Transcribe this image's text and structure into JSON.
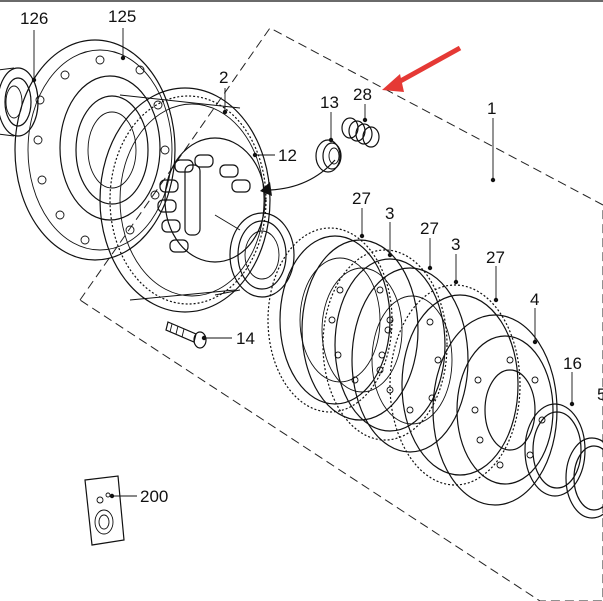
{
  "diagram": {
    "title": "",
    "part_labels": {
      "p126": "126",
      "p125": "125",
      "p2": "2",
      "p13": "13",
      "p28": "28",
      "p1": "1",
      "p12": "12",
      "p27a": "27",
      "p3a": "3",
      "p27b": "27",
      "p3b": "3",
      "p27c": "27",
      "p4": "4",
      "p16": "16",
      "p14": "14",
      "p200": "200",
      "p5_partial": "5"
    },
    "colors": {
      "line": "#111111",
      "highlight_arrow": "#e53935",
      "background": "#ffffff"
    }
  }
}
